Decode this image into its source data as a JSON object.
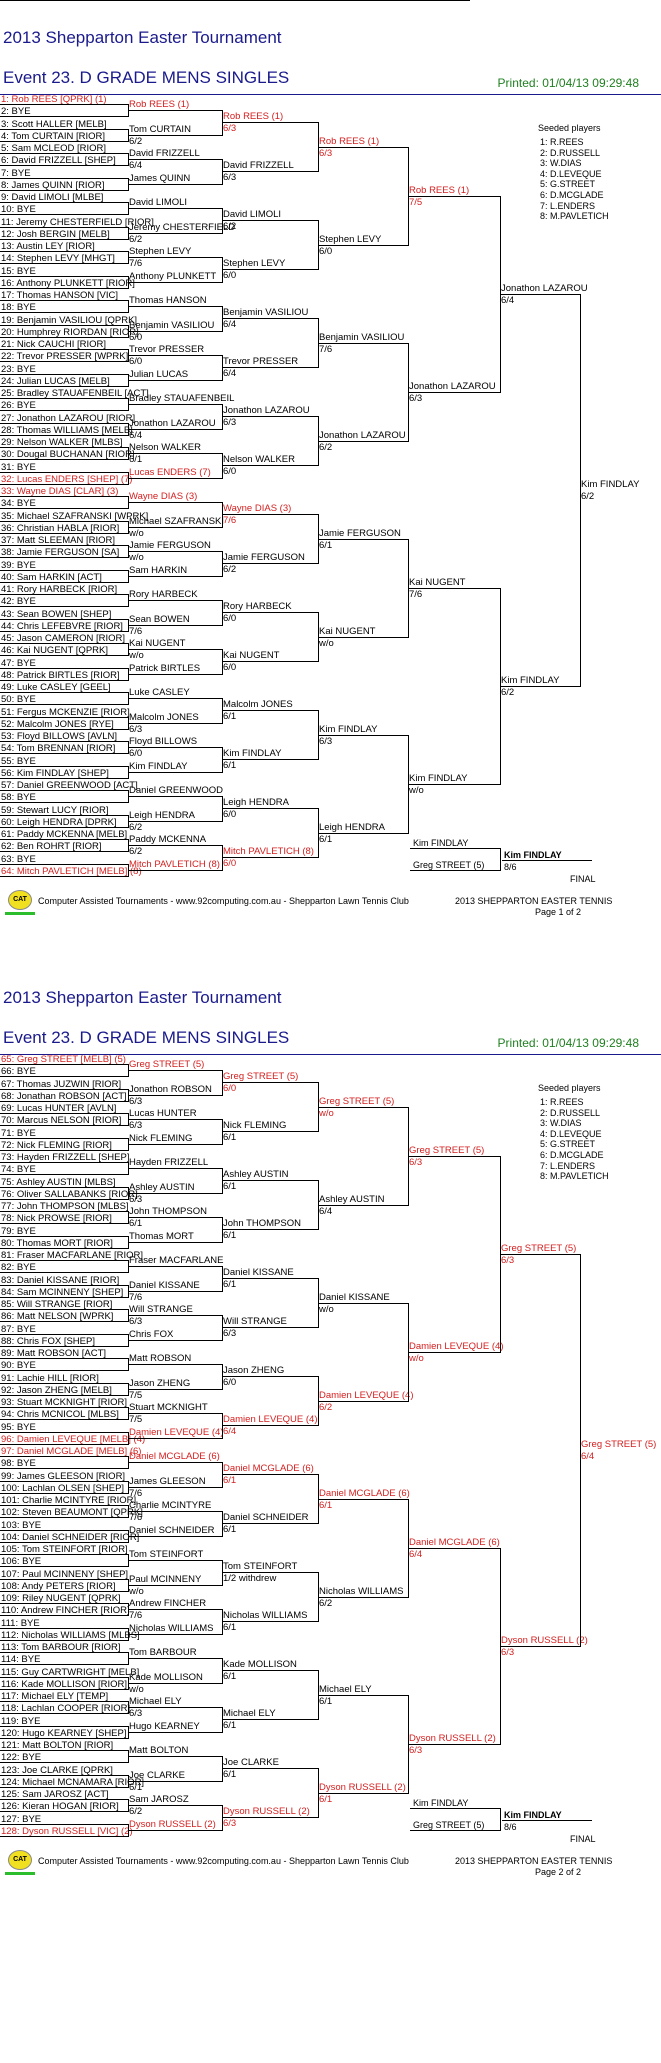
{
  "pages": [
    {
      "tournament": "2013 Shepparton Easter Tournament",
      "event": "Event 23. D GRADE MENS SINGLES",
      "printed": "Printed: 01/04/13 09:29:48",
      "seeded_title": "Seeded players",
      "seeded": [
        "1: R.REES",
        "2: D.RUSSELL",
        "3: W.DIAS",
        "4: D.LEVEQUE",
        "5: G.STREET",
        "6: D.MCGLADE",
        "7: L.ENDERS",
        "8: M.PAVLETICH"
      ],
      "draw": [
        {
          "t": "1: Rob REES [QPRK] (1)",
          "r": 1
        },
        {
          "t": "2: BYE"
        },
        {
          "t": "3: Scott HALLER [MELB]"
        },
        {
          "t": "4: Tom CURTAIN [RIOR]"
        },
        {
          "t": "5: Sam MCLEOD [RIOR]"
        },
        {
          "t": "6: David FRIZZELL [SHEP]"
        },
        {
          "t": "7: BYE"
        },
        {
          "t": "8: James QUINN [RIOR]"
        },
        {
          "t": "9: David LIMOLI [MLBE]"
        },
        {
          "t": "10: BYE"
        },
        {
          "t": "11: Jeremy CHESTERFIELD [RIOR]"
        },
        {
          "t": "12: Josh BERGIN [MELB]"
        },
        {
          "t": "13: Austin LEY [RIOR]"
        },
        {
          "t": "14: Stephen LEVY [MHGT]"
        },
        {
          "t": "15: BYE"
        },
        {
          "t": "16: Anthony PLUNKETT [RIOR]"
        },
        {
          "t": "17: Thomas HANSON [VIC]"
        },
        {
          "t": "18: BYE"
        },
        {
          "t": "19: Benjamin VASILIOU [QPRK]"
        },
        {
          "t": "20: Humphrey RIORDAN [RIOR]"
        },
        {
          "t": "21: Nick CAUCHI [RIOR]"
        },
        {
          "t": "22: Trevor PRESSER [WPRK]"
        },
        {
          "t": "23: BYE"
        },
        {
          "t": "24: Julian LUCAS [MELB]"
        },
        {
          "t": "25: Bradley STAUAFENBEIL [ACT]"
        },
        {
          "t": "26: BYE"
        },
        {
          "t": "27: Jonathon LAZAROU [RIOR]"
        },
        {
          "t": "28: Thomas WILLIAMS [MELB]"
        },
        {
          "t": "29: Nelson WALKER [MLBS]"
        },
        {
          "t": "30: Dougal BUCHANAN [RIOR]"
        },
        {
          "t": "31: BYE"
        },
        {
          "t": "32: Lucas ENDERS [SHEP] (7)",
          "r": 1
        },
        {
          "t": "33: Wayne DIAS [CLAR] (3)",
          "r": 1
        },
        {
          "t": "34: BYE"
        },
        {
          "t": "35: Michael SZAFRANSKI [WPRK]"
        },
        {
          "t": "36: Christian HABLA [RIOR]"
        },
        {
          "t": "37: Matt SLEEMAN [RIOR]"
        },
        {
          "t": "38: Jamie FERGUSON [SA]"
        },
        {
          "t": "39: BYE"
        },
        {
          "t": "40: Sam HARKIN [ACT]"
        },
        {
          "t": "41: Rory HARBECK [RIOR]"
        },
        {
          "t": "42: BYE"
        },
        {
          "t": "43: Sean BOWEN [SHEP]"
        },
        {
          "t": "44: Chris LEFEBVRE [RIOR]"
        },
        {
          "t": "45: Jason CAMERON [RIOR]"
        },
        {
          "t": "46: Kai NUGENT [QPRK]"
        },
        {
          "t": "47: BYE"
        },
        {
          "t": "48: Patrick BIRTLES [RIOR]"
        },
        {
          "t": "49: Luke CASLEY [GEEL]"
        },
        {
          "t": "50: BYE"
        },
        {
          "t": "51: Fergus MCKENZIE [RIOR]"
        },
        {
          "t": "52: Malcolm JONES [RYE]"
        },
        {
          "t": "53: Floyd BILLOWS [AVLN]"
        },
        {
          "t": "54: Tom BRENNAN [RIOR]"
        },
        {
          "t": "55: BYE"
        },
        {
          "t": "56: Kim FINDLAY [SHEP]"
        },
        {
          "t": "57: Daniel GREENWOOD [ACT]"
        },
        {
          "t": "58: BYE"
        },
        {
          "t": "59: Stewart LUCY [RIOR]"
        },
        {
          "t": "60: Leigh HENDRA [DPRK]"
        },
        {
          "t": "61: Paddy MCKENNA [MELB]"
        },
        {
          "t": "62: Ben ROHRT [RIOR]"
        },
        {
          "t": "63: BYE"
        },
        {
          "t": "64: Mitch PAVLETICH [MELB] (8)",
          "r": 1
        }
      ],
      "r2": [
        {
          "t": "Rob REES (1)",
          "s": "",
          "r": 1
        },
        {
          "t": "Tom CURTAIN",
          "s": "6/2"
        },
        {
          "t": "David FRIZZELL",
          "s": "6/4"
        },
        {
          "t": "James QUINN",
          "s": ""
        },
        {
          "t": "David LIMOLI",
          "s": ""
        },
        {
          "t": "Jeremy CHESTERFIELD",
          "s": "6/2"
        },
        {
          "t": "Stephen LEVY",
          "s": "7/6"
        },
        {
          "t": "Anthony PLUNKETT",
          "s": ""
        },
        {
          "t": "Thomas HANSON",
          "s": ""
        },
        {
          "t": "Benjamin VASILIOU",
          "s": "6/0"
        },
        {
          "t": "Trevor PRESSER",
          "s": "6/0"
        },
        {
          "t": "Julian LUCAS",
          "s": ""
        },
        {
          "t": "Bradley STAUAFENBEIL",
          "s": ""
        },
        {
          "t": "Jonathon LAZAROU",
          "s": "6/4"
        },
        {
          "t": "Nelson WALKER",
          "s": "6/1"
        },
        {
          "t": "Lucas ENDERS (7)",
          "s": "",
          "r": 1
        },
        {
          "t": "Wayne DIAS (3)",
          "s": "",
          "r": 1
        },
        {
          "t": "Michael SZAFRANSKI",
          "s": "w/o"
        },
        {
          "t": "Jamie FERGUSON",
          "s": "w/o"
        },
        {
          "t": "Sam HARKIN",
          "s": ""
        },
        {
          "t": "Rory HARBECK",
          "s": ""
        },
        {
          "t": "Sean BOWEN",
          "s": "7/6"
        },
        {
          "t": "Kai NUGENT",
          "s": "w/o"
        },
        {
          "t": "Patrick BIRTLES",
          "s": ""
        },
        {
          "t": "Luke CASLEY",
          "s": ""
        },
        {
          "t": "Malcolm JONES",
          "s": "6/3"
        },
        {
          "t": "Floyd BILLOWS",
          "s": "6/0"
        },
        {
          "t": "Kim FINDLAY",
          "s": ""
        },
        {
          "t": "Daniel GREENWOOD",
          "s": ""
        },
        {
          "t": "Leigh HENDRA",
          "s": "6/2"
        },
        {
          "t": "Paddy MCKENNA",
          "s": "6/2"
        },
        {
          "t": "Mitch PAVLETICH (8)",
          "s": "",
          "r": 1
        }
      ],
      "r3": [
        {
          "t": "Rob REES (1)",
          "s": "6/3",
          "r": 1
        },
        {
          "t": "David FRIZZELL",
          "s": "6/3"
        },
        {
          "t": "David LIMOLI",
          "s": "6/2"
        },
        {
          "t": "Stephen LEVY",
          "s": "6/0"
        },
        {
          "t": "Benjamin VASILIOU",
          "s": "6/4"
        },
        {
          "t": "Trevor PRESSER",
          "s": "6/4"
        },
        {
          "t": "Jonathon LAZAROU",
          "s": "6/3"
        },
        {
          "t": "Nelson WALKER",
          "s": "6/0"
        },
        {
          "t": "Wayne DIAS (3)",
          "s": "7/6",
          "r": 1
        },
        {
          "t": "Jamie FERGUSON",
          "s": "6/2"
        },
        {
          "t": "Rory HARBECK",
          "s": "6/0"
        },
        {
          "t": "Kai NUGENT",
          "s": "6/0"
        },
        {
          "t": "Malcolm JONES",
          "s": "6/1"
        },
        {
          "t": "Kim FINDLAY",
          "s": "6/1"
        },
        {
          "t": "Leigh HENDRA",
          "s": "6/0"
        },
        {
          "t": "Mitch PAVLETICH (8)",
          "s": "6/0",
          "r": 1
        }
      ],
      "r4": [
        {
          "t": "Rob REES (1)",
          "s": "6/3",
          "r": 1
        },
        {
          "t": "Stephen LEVY",
          "s": "6/0"
        },
        {
          "t": "Benjamin VASILIOU",
          "s": "7/6"
        },
        {
          "t": "Jonathon LAZAROU",
          "s": "6/2"
        },
        {
          "t": "Jamie FERGUSON",
          "s": "6/1"
        },
        {
          "t": "Kai NUGENT",
          "s": "w/o"
        },
        {
          "t": "Kim FINDLAY",
          "s": "6/3"
        },
        {
          "t": "Leigh HENDRA",
          "s": "6/1"
        }
      ],
      "r5": [
        {
          "t": "Rob REES (1)",
          "s": "7/5",
          "r": 1
        },
        {
          "t": "Jonathon LAZAROU",
          "s": "6/3"
        },
        {
          "t": "Kai NUGENT",
          "s": "7/6"
        },
        {
          "t": "Kim FINDLAY",
          "s": "w/o"
        }
      ],
      "r6": [
        {
          "t": "Jonathon LAZAROU",
          "s": "6/4"
        },
        {
          "t": "Kim FINDLAY",
          "s": "6/2"
        }
      ],
      "r7": [
        {
          "t": "Kim FINDLAY",
          "s": "6/2"
        }
      ],
      "final": {
        "p1": "Kim FINDLAY",
        "p2": "Greg STREET (5)",
        "winner": "Kim FINDLAY",
        "score": "8/6",
        "label": "FINAL"
      },
      "footer": {
        "logo": "CAT",
        "left": "Computer Assisted Tournaments - www.92computing.com.au -  Shepparton Lawn Tennis Club",
        "right1": "2013 SHEPPARTON EASTER TENNIS",
        "right2": "Page 1 of 2"
      }
    },
    {
      "tournament": "2013 Shepparton Easter Tournament",
      "event": "Event 23. D GRADE MENS SINGLES",
      "printed": "Printed: 01/04/13 09:29:48",
      "seeded_title": "Seeded players",
      "seeded": [
        "1: R.REES",
        "2: D.RUSSELL",
        "3: W.DIAS",
        "4: D.LEVEQUE",
        "5: G.STREET",
        "6: D.MCGLADE",
        "7: L.ENDERS",
        "8: M.PAVLETICH"
      ],
      "draw": [
        {
          "t": "65: Greg STREET [MELB] (5)",
          "r": 1
        },
        {
          "t": "66: BYE"
        },
        {
          "t": "67: Thomas JUZWIN [RIOR]"
        },
        {
          "t": "68: Jonathan ROBSON [ACT]"
        },
        {
          "t": "69: Lucas HUNTER [AVLN]"
        },
        {
          "t": "70: Marcus NELSON [RIOR]"
        },
        {
          "t": "71: BYE"
        },
        {
          "t": "72: Nick FLEMING [RIOR]"
        },
        {
          "t": "73: Hayden FRIZZELL [SHEP]"
        },
        {
          "t": "74: BYE"
        },
        {
          "t": "75: Ashley AUSTIN [MLBS]"
        },
        {
          "t": "76: Oliver SALLABANKS [RIOR]"
        },
        {
          "t": "77: John THOMPSON [MLBS]"
        },
        {
          "t": "78: Nick PROWSE [RIOR]"
        },
        {
          "t": "79: BYE"
        },
        {
          "t": "80: Thomas MORT [RIOR]"
        },
        {
          "t": "81: Fraser MACFARLANE [RIOR]"
        },
        {
          "t": "82: BYE"
        },
        {
          "t": "83: Daniel KISSANE [RIOR]"
        },
        {
          "t": "84: Sam MCINNENY [SHEP]"
        },
        {
          "t": "85: Will STRANGE [RIOR]"
        },
        {
          "t": "86: Matt NELSON [WPRK]"
        },
        {
          "t": "87: BYE"
        },
        {
          "t": "88: Chris FOX [SHEP]"
        },
        {
          "t": "89: Matt ROBSON [ACT]"
        },
        {
          "t": "90: BYE"
        },
        {
          "t": "91: Lachie HILL [RIOR]"
        },
        {
          "t": "92: Jason ZHENG [MELB]"
        },
        {
          "t": "93: Stuart MCKNIGHT [RIOR]"
        },
        {
          "t": "94: Chris MCNICOL [MLBS]"
        },
        {
          "t": "95: BYE"
        },
        {
          "t": "96: Damien LEVEQUE [MELB] (4)",
          "r": 1
        },
        {
          "t": "97: Daniel MCGLADE [MELB] (6)",
          "r": 1
        },
        {
          "t": "98: BYE"
        },
        {
          "t": "99: James GLEESON [RIOR]"
        },
        {
          "t": "100: Lachlan OLSEN [SHEP]"
        },
        {
          "t": "101: Charlie MCINTYRE [RIOR]"
        },
        {
          "t": "102: Steven BEAUMONT [QPRK]"
        },
        {
          "t": "103: BYE"
        },
        {
          "t": "104: Daniel SCHNEIDER [RIOR]"
        },
        {
          "t": "105: Tom STEINFORT [RIOR]"
        },
        {
          "t": "106: BYE"
        },
        {
          "t": "107: Paul MCINNENY [SHEP]"
        },
        {
          "t": "108: Andy PETERS [RIOR]"
        },
        {
          "t": "109: Riley NUGENT [QPRK]"
        },
        {
          "t": "110: Andrew FINCHER [RIOR]"
        },
        {
          "t": "111: BYE"
        },
        {
          "t": "112: Nicholas WILLIAMS [MLBS]"
        },
        {
          "t": "113: Tom BARBOUR [RIOR]"
        },
        {
          "t": "114: BYE"
        },
        {
          "t": "115: Guy CARTWRIGHT [MELB]"
        },
        {
          "t": "116: Kade MOLLISON [RIOR]"
        },
        {
          "t": "117: Michael ELY [TEMP]"
        },
        {
          "t": "118: Lachlan COOPER [RIOR]"
        },
        {
          "t": "119: BYE"
        },
        {
          "t": "120: Hugo KEARNEY [SHEP]"
        },
        {
          "t": "121: Matt BOLTON [RIOR]"
        },
        {
          "t": "122: BYE"
        },
        {
          "t": "123: Joe CLARKE [QPRK]"
        },
        {
          "t": "124: Michael MCNAMARA [RIOR]"
        },
        {
          "t": "125: Sam JAROSZ [ACT]"
        },
        {
          "t": "126: Kieran HOGAN [RIOR]"
        },
        {
          "t": "127: BYE"
        },
        {
          "t": "128: Dyson RUSSELL [VIC] (2)",
          "r": 1
        }
      ],
      "r2": [
        {
          "t": "Greg STREET (5)",
          "s": "",
          "r": 1
        },
        {
          "t": "Jonathon ROBSON",
          "s": "6/3"
        },
        {
          "t": "Lucas HUNTER",
          "s": "6/3"
        },
        {
          "t": "Nick FLEMING",
          "s": ""
        },
        {
          "t": "Hayden FRIZZELL",
          "s": ""
        },
        {
          "t": "Ashley AUSTIN",
          "s": "6/3"
        },
        {
          "t": "John THOMPSON",
          "s": "6/1"
        },
        {
          "t": "Thomas MORT",
          "s": ""
        },
        {
          "t": "Fraser MACFARLANE",
          "s": ""
        },
        {
          "t": "Daniel KISSANE",
          "s": "7/6"
        },
        {
          "t": "Will STRANGE",
          "s": "6/3"
        },
        {
          "t": "Chris FOX",
          "s": ""
        },
        {
          "t": "Matt ROBSON",
          "s": ""
        },
        {
          "t": "Jason ZHENG",
          "s": "7/5"
        },
        {
          "t": "Stuart MCKNIGHT",
          "s": "7/5"
        },
        {
          "t": "Damien LEVEQUE (4)",
          "s": "",
          "r": 1
        },
        {
          "t": "Daniel MCGLADE (6)",
          "s": "",
          "r": 1
        },
        {
          "t": "James GLEESON",
          "s": "7/6"
        },
        {
          "t": "Charlie MCINTYRE",
          "s": "7/6"
        },
        {
          "t": "Daniel SCHNEIDER",
          "s": ""
        },
        {
          "t": "Tom STEINFORT",
          "s": ""
        },
        {
          "t": "Paul MCINNENY",
          "s": "w/o"
        },
        {
          "t": "Andrew FINCHER",
          "s": "7/6"
        },
        {
          "t": "Nicholas WILLIAMS",
          "s": ""
        },
        {
          "t": "Tom BARBOUR",
          "s": ""
        },
        {
          "t": "Kade MOLLISON",
          "s": "w/o"
        },
        {
          "t": "Michael ELY",
          "s": "6/3"
        },
        {
          "t": "Hugo KEARNEY",
          "s": ""
        },
        {
          "t": "Matt BOLTON",
          "s": ""
        },
        {
          "t": "Joe CLARKE",
          "s": "6/1"
        },
        {
          "t": "Sam JAROSZ",
          "s": "6/2"
        },
        {
          "t": "Dyson RUSSELL (2)",
          "s": "",
          "r": 1
        }
      ],
      "r3": [
        {
          "t": "Greg STREET (5)",
          "s": "6/0",
          "r": 1
        },
        {
          "t": "Nick FLEMING",
          "s": "6/1"
        },
        {
          "t": "Ashley AUSTIN",
          "s": "6/1"
        },
        {
          "t": "John THOMPSON",
          "s": "6/1"
        },
        {
          "t": "Daniel KISSANE",
          "s": "6/1"
        },
        {
          "t": "Will STRANGE",
          "s": "6/3"
        },
        {
          "t": "Jason ZHENG",
          "s": "6/0"
        },
        {
          "t": "Damien LEVEQUE (4)",
          "s": "6/4",
          "r": 1
        },
        {
          "t": "Daniel MCGLADE (6)",
          "s": "6/1",
          "r": 1
        },
        {
          "t": "Daniel SCHNEIDER",
          "s": "6/1"
        },
        {
          "t": "Tom STEINFORT",
          "s": "1/2 withdrew"
        },
        {
          "t": "Nicholas WILLIAMS",
          "s": "6/1"
        },
        {
          "t": "Kade MOLLISON",
          "s": "6/1"
        },
        {
          "t": "Michael ELY",
          "s": "6/1"
        },
        {
          "t": "Joe CLARKE",
          "s": "6/1"
        },
        {
          "t": "Dyson RUSSELL (2)",
          "s": "6/3",
          "r": 1
        }
      ],
      "r4": [
        {
          "t": "Greg STREET (5)",
          "s": "w/o",
          "r": 1
        },
        {
          "t": "Ashley AUSTIN",
          "s": "6/4"
        },
        {
          "t": "Daniel KISSANE",
          "s": "w/o"
        },
        {
          "t": "Damien LEVEQUE (4)",
          "s": "6/2",
          "r": 1
        },
        {
          "t": "Daniel MCGLADE (6)",
          "s": "6/1",
          "r": 1
        },
        {
          "t": "Nicholas WILLIAMS",
          "s": "6/2"
        },
        {
          "t": "Michael ELY",
          "s": "6/1"
        },
        {
          "t": "Dyson RUSSELL (2)",
          "s": "6/1",
          "r": 1
        }
      ],
      "r5": [
        {
          "t": "Greg STREET (5)",
          "s": "6/3",
          "r": 1
        },
        {
          "t": "Damien LEVEQUE (4)",
          "s": "w/o",
          "r": 1
        },
        {
          "t": "Daniel MCGLADE (6)",
          "s": "6/4",
          "r": 1
        },
        {
          "t": "Dyson RUSSELL (2)",
          "s": "6/3",
          "r": 1
        }
      ],
      "r6": [
        {
          "t": "Greg STREET (5)",
          "s": "6/3",
          "r": 1
        },
        {
          "t": "Dyson RUSSELL (2)",
          "s": "6/3",
          "r": 1
        }
      ],
      "r7": [
        {
          "t": "Greg STREET (5)",
          "s": "6/4",
          "r": 1
        }
      ],
      "final": {
        "p1": "Kim FINDLAY",
        "p2": "Greg STREET (5)",
        "winner": "Kim FINDLAY",
        "score": "8/6",
        "label": "FINAL"
      },
      "footer": {
        "logo": "CAT",
        "left": "Computer Assisted Tournaments - www.92computing.com.au -  Shepparton Lawn Tennis Club",
        "right1": "2013 SHEPPARTON EASTER TENNIS",
        "right2": "Page 2 of 2"
      }
    }
  ]
}
